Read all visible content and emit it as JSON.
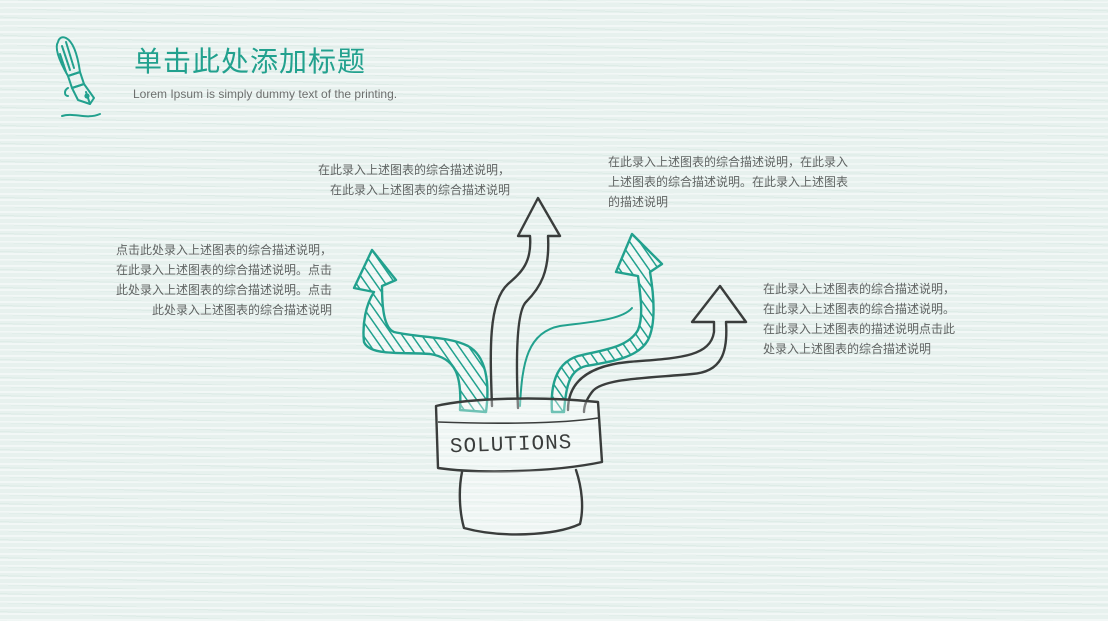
{
  "header": {
    "icon": "fountain-pen-icon",
    "title": "单击此处添加标题",
    "subtitle": "Lorem Ipsum is simply dummy text of the printing."
  },
  "colors": {
    "accent": "#22a18e",
    "ink": "#3a3d3c",
    "text": "#606463",
    "background": "#e7f1ee"
  },
  "illustration": {
    "label": "SOLUTIONS"
  },
  "notes": {
    "left": [
      "点击此处录入上述图表的综合描述说明，",
      "在此录入上述图表的综合描述说明。点击",
      "此处录入上述图表的综合描述说明。点击",
      "此处录入上述图表的综合描述说明"
    ],
    "top_center": [
      "在此录入上述图表的综合描述说明，",
      "在此录入上述图表的综合描述说明"
    ],
    "top_right": [
      "在此录入上述图表的综合描述说明，在此录入",
      "上述图表的综合描述说明。在此录入上述图表",
      "的描述说明"
    ],
    "right": [
      "在此录入上述图表的综合描述说明，",
      "在此录入上述图表的综合描述说明。",
      "在此录入上述图表的描述说明点击此",
      "处录入上述图表的综合描述说明"
    ]
  }
}
